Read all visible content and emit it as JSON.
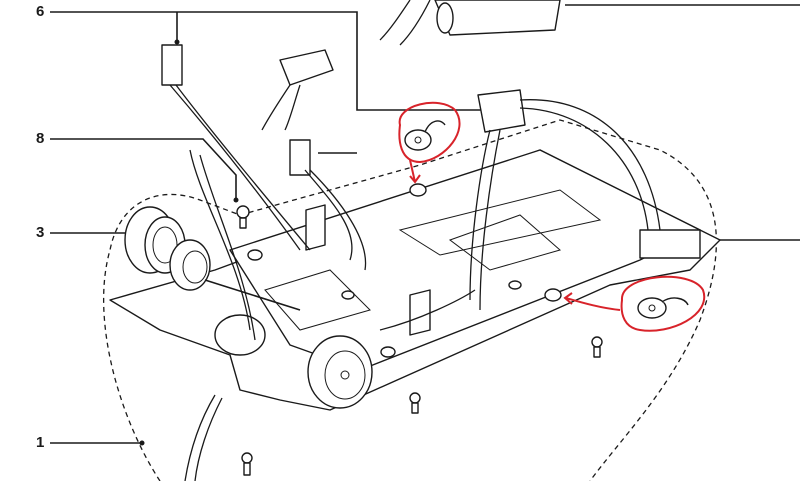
{
  "diagram": {
    "callouts": [
      {
        "id": "6",
        "label": "6"
      },
      {
        "id": "8",
        "label": "8"
      },
      {
        "id": "3",
        "label": "3"
      },
      {
        "id": "1",
        "label": "1"
      }
    ],
    "colors": {
      "line": "#1a1a1a",
      "annotation": "#d8232a"
    }
  }
}
